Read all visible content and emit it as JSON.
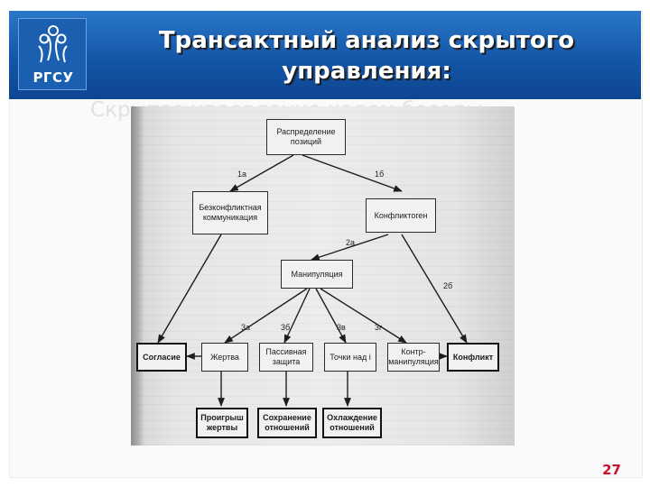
{
  "header": {
    "title": "Трансактный анализ скрытого управления:",
    "subtitle": "Скрытое управление ходом беседы",
    "logo_text": "РГСУ"
  },
  "diagram": {
    "nodes": {
      "root": "Распределение позиций",
      "conflictless": "Безконфликтная коммуникация",
      "conflictogen": "Конфликтоген",
      "manipulation": "Манипуляция",
      "agreement": "Согласие",
      "victim": "Жертва",
      "passive": "Пассивная защита",
      "dots": "Точки над i",
      "countermanip": "Контр-манипуляция",
      "conflict": "Конфликт",
      "victim_loss": "Проигрыш жертвы",
      "keep_relations": "Сохранение отношений",
      "cool_relations": "Охлаждение отношений"
    },
    "edge_labels": {
      "e1a": "1а",
      "e1b": "1б",
      "e2a": "2а",
      "e2b": "2б",
      "e3a": "3а",
      "e3b": "3б",
      "e3v": "3в",
      "e3g": "3г"
    }
  },
  "footer": {
    "page_number": "27"
  }
}
